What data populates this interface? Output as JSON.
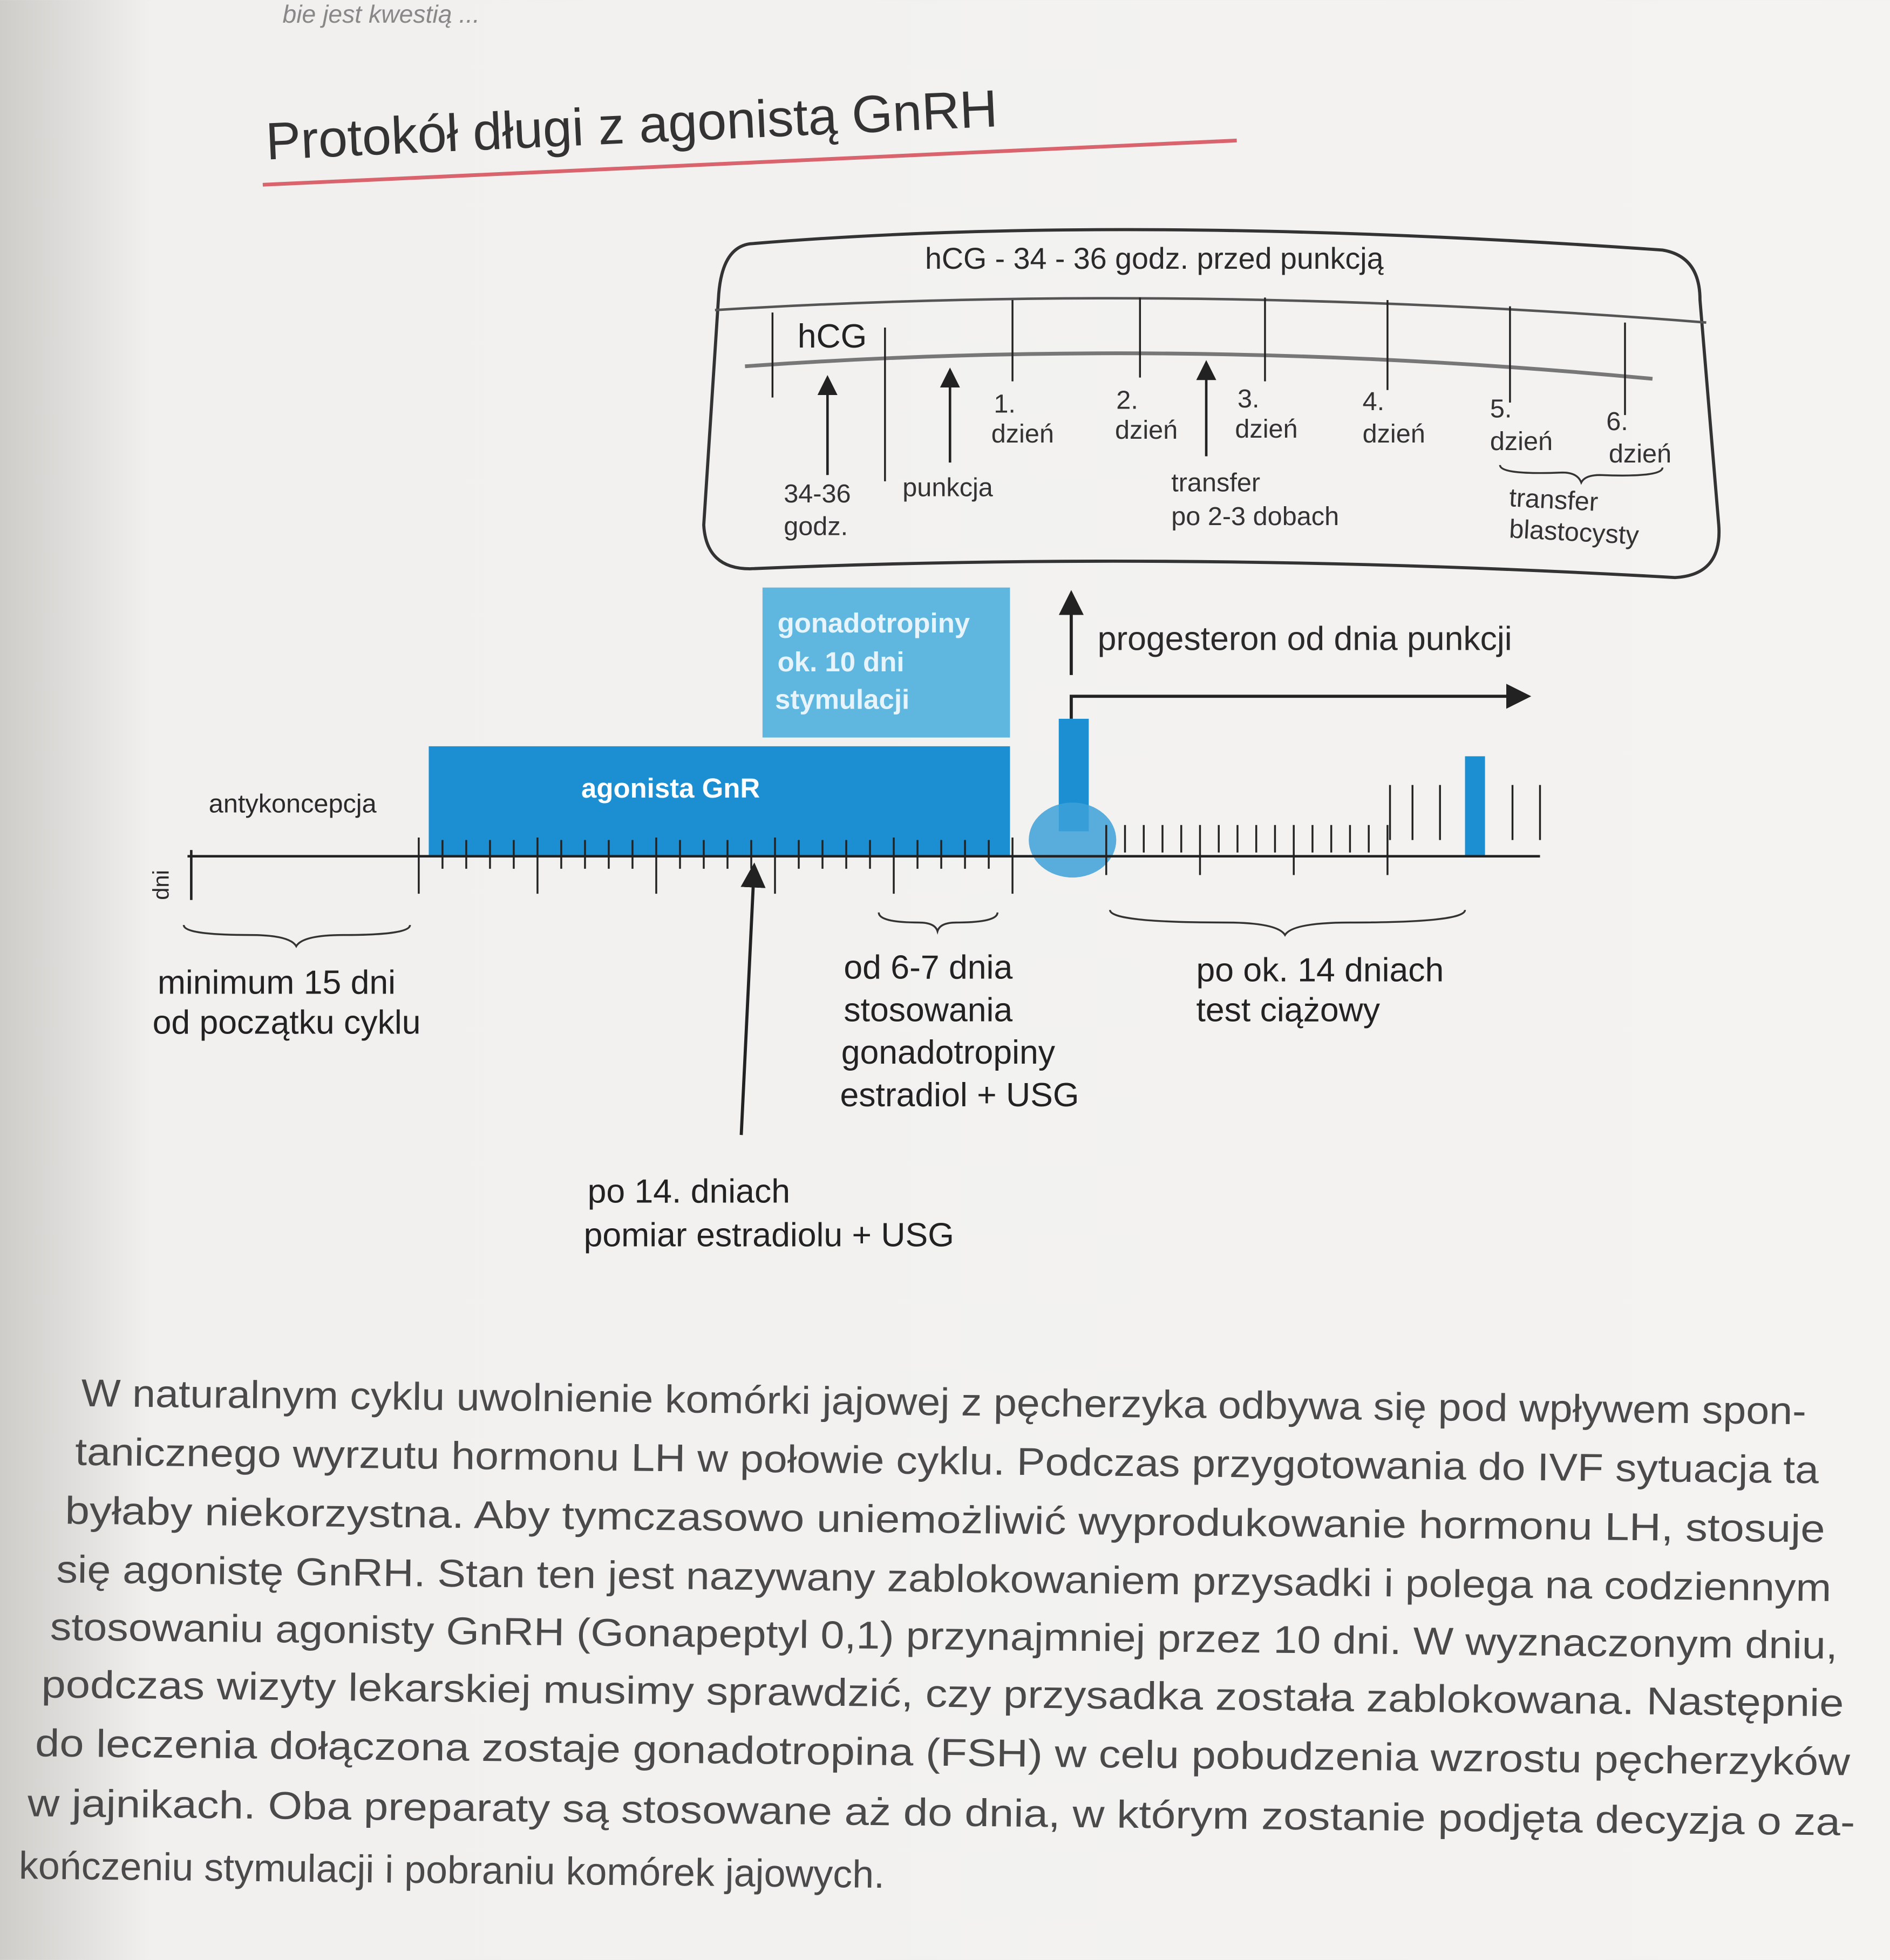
{
  "header_fragment": "bie jest kwestią ...",
  "title": "Protokół długi z agonistą GnRH",
  "colors": {
    "title_underline": "#d9646e",
    "blue_dark": "#1b8fd2",
    "blue_light": "#5fb6df",
    "text": "#2a2a2a"
  },
  "box": {
    "heading": "hCG - 34 - 36 godz. przed punkcją",
    "hcg": "hCG",
    "days": [
      {
        "num": "1.",
        "label": "dzień"
      },
      {
        "num": "2.",
        "label": "dzień"
      },
      {
        "num": "3.",
        "label": "dzień"
      },
      {
        "num": "4.",
        "label": "dzień"
      },
      {
        "num": "5.",
        "label": "dzień"
      },
      {
        "num": "6.",
        "label": "dzień"
      }
    ],
    "hours_line1": "34-36",
    "hours_line2": "godz.",
    "punkcja": "punkcja",
    "transfer_line1": "transfer",
    "transfer_line2": "po 2-3 dobach",
    "blast_line1": "transfer",
    "blast_line2": "blastocysty"
  },
  "timeline": {
    "axis_label": "dni",
    "gonadotropiny": [
      "gonadotropiny",
      "ok. 10 dni",
      "stymulacji"
    ],
    "agonista": "agonista GnR",
    "antykoncepcja": "antykoncepcja",
    "progesteron": "progesteron od dnia punkcji",
    "minimum": [
      "minimum 15 dni",
      "od początku cyklu"
    ],
    "od67": [
      "od 6-7 dnia",
      "stosowania",
      "gonadotropiny",
      "estradiol + USG"
    ],
    "po14test": [
      "po ok. 14 dniach",
      "test ciążowy"
    ],
    "po14pomiar": [
      "po 14. dniach",
      "pomiar estradiolu + USG"
    ]
  },
  "paragraph": [
    "W naturalnym cyklu uwolnienie komórki jajowej z pęcherzyka odbywa się pod wpływem spon-",
    "tanicznego wyrzutu hormonu LH w połowie cyklu. Podczas przygotowania do IVF sytuacja ta",
    "byłaby niekorzystna. Aby tymczasowo uniemożliwić wyprodukowanie hormonu LH, stosuje",
    "się agonistę GnRH. Stan ten jest nazywany zablokowaniem przysadki i polega na codziennym",
    "stosowaniu agonisty GnRH (Gonapeptyl 0,1) przynajmniej przez 10 dni. W wyznaczonym dniu,",
    "podczas wizyty lekarskiej musimy sprawdzić, czy przysadka została zablokowana. Następnie",
    "do leczenia dołączona zostaje gonadotropina (FSH) w celu pobudzenia wzrostu pęcherzyków",
    "w jajnikach. Oba preparaty są stosowane aż do dnia, w którym zostanie podjęta decyzja o za-",
    "kończeniu stymulacji i pobraniu komórek jajowych."
  ]
}
